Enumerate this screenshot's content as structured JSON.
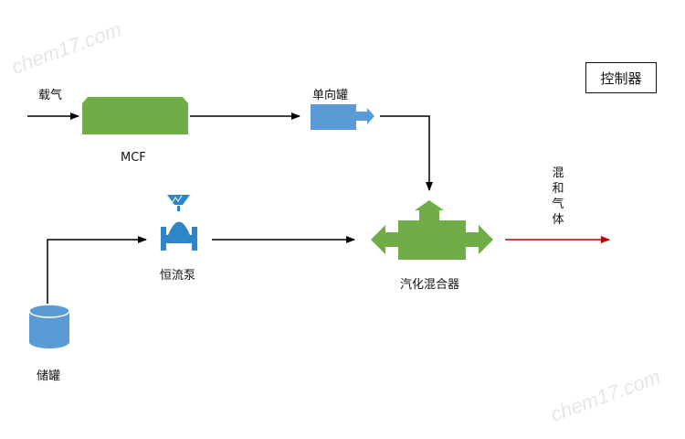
{
  "labels": {
    "carrier_gas": "载气",
    "mcf": "MCF",
    "check_tank": "单向罐",
    "controller": "控制器",
    "mixed_gas": "混和气体",
    "pump": "恒流泵",
    "vaporizer": "汽化混合器",
    "storage_tank": "储罐"
  },
  "watermark": "chem17.com",
  "colors": {
    "mcf": "#70ad47",
    "check_tank": "#5b9bd5",
    "pump": "#2e86c8",
    "mixer": "#70ad47",
    "storage": "#5b9bd5",
    "flow_line": "#000000",
    "output_line": "#c00000"
  }
}
